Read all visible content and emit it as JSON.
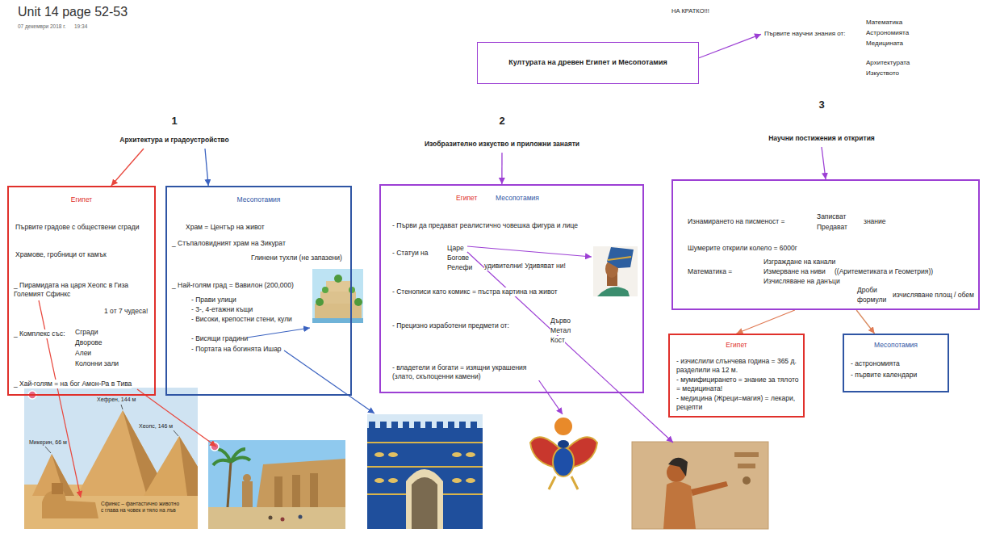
{
  "diagram": {
    "title": "Unit 14 page 52-53",
    "nodes": [
      {
        "text": [
          "Културата на древен Египет и Месопотамия"
        ]
      },
      {
        "text": [
          "Първите научни знания от:",
          "Математика",
          "Астрономията",
          "Медицината",
          "Архитектурата",
          "Изкуството"
        ]
      },
      {
        "text": [
          "1",
          "Архитектура и градоустройство"
        ]
      },
      {
        "text": [
          "Египет",
          "Първите градове с обществени сгради",
          "Храмове, гробници от камък",
          "_ Пирамидата на царя Хеопс в Гиза Големият Сфинкс",
          "1 от 7 чудеса!",
          "_ Комплекс със:",
          "Сгради",
          "Дворове",
          "Алеи",
          "Колонни зали",
          "_ Хай-голям = на бог Амон-Ра в Тива"
        ]
      },
      {
        "text": [
          "Месопотамия",
          "Храм = Център на живот",
          "_ Стъпаловидният храм на Зикурат",
          "Глинени тухли (не запазени)",
          "_ Най-голям град = Вавилон (200,000)",
          "- Прави улици",
          "- 3-, 4-етажни къщи",
          "- Високи, крепостни стени, кули",
          "- Висящи градини",
          "- Портата на богинята Ишар"
        ]
      },
      {
        "text": [
          "2",
          "Изобразително изкуство и приложни занаяти"
        ]
      },
      {
        "text": [
          "Египет",
          "Месопотамия",
          "- Първи да предават реалистично човешка фигура и лице",
          "- Статуи на",
          "Царе",
          "Богове",
          "Релефи",
          "удивителни! Удивяват ни!",
          "- Стенописи като комикс = пъстра картина на живот",
          "- Прецизно изработени предмети от:",
          "Дърво",
          "Метал",
          "Кост",
          "- владетели и богати = изящни украшения (злато, скъпоценни камени)"
        ]
      },
      {
        "text": [
          "3",
          "Научни постижения и открития"
        ]
      },
      {
        "text": [
          "Изнамирането на писменост =",
          "Записват",
          "Предават",
          "знание",
          "Шумерите открили колело = 6000г",
          "Математика =",
          "Изграждане на канали",
          "Измерване на ниви",
          "Изчисляване на данъци",
          "((Аритеметиката и Геометрия))",
          "Дроби",
          "формули",
          "изчисляване площ / обем"
        ]
      },
      {
        "text": [
          "Египет",
          "- изчислили слънчева година = 365 д. разделили на 12 м.",
          "- мумифицирането = знание за тялото = медицината!",
          "- медицина (Жреци=магия) = лекари, рецепти"
        ]
      },
      {
        "text": [
          "Месопотамия",
          "- астрономията",
          "- първите календари"
        ]
      }
    ],
    "edges": [
      {
        "from": 0,
        "to": 1,
        "arrow": "to"
      },
      {
        "from": 2,
        "to": 3,
        "arrow": "to"
      },
      {
        "from": 2,
        "to": 4,
        "arrow": "to"
      },
      {
        "from": 5,
        "to": 6,
        "arrow": "to"
      },
      {
        "from": 7,
        "to": 8,
        "arrow": "to"
      },
      {
        "from": 8,
        "to": 9,
        "arrow": "to"
      },
      {
        "from": 8,
        "to": 10,
        "arrow": "to"
      }
    ],
    "labels": [
      "07 декември 2018 г.",
      "19:34",
      "НА КРАТКО!!!",
      "Микерин, 66 м",
      "Хефрен, 144 м",
      "Хеопс, 146 м",
      "Сфинкс – фантастично животно с глава на човек и тяло на лъв"
    ]
  }
}
